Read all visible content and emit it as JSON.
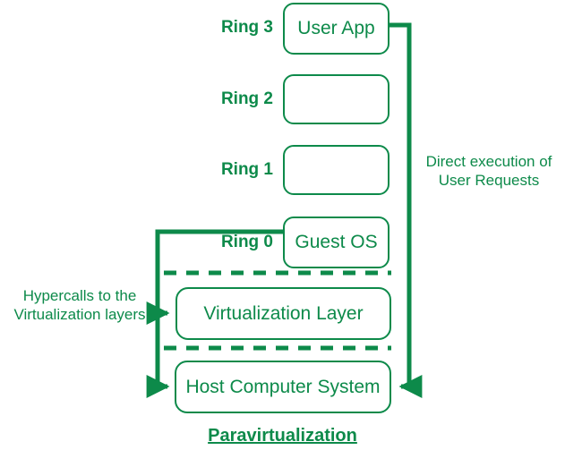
{
  "diagram": {
    "title": "Paravirtualization",
    "accent_color": "#0d8a4a",
    "background_color": "#ffffff"
  },
  "rings": [
    {
      "label": "Ring 3",
      "box_text": "User App"
    },
    {
      "label": "Ring 2",
      "box_text": ""
    },
    {
      "label": "Ring 1",
      "box_text": ""
    },
    {
      "label": "Ring 0",
      "box_text": "Guest OS"
    }
  ],
  "layers": [
    {
      "name": "virtualization-layer",
      "text": "Virtualization Layer"
    },
    {
      "name": "host-computer-system",
      "text": "Host Computer System"
    }
  ],
  "annotations": {
    "right": {
      "line1": "Direct execution of",
      "line2": "User Requests"
    },
    "left": {
      "line1": "Hypercalls to the",
      "line2": "Virtualization layers"
    }
  }
}
